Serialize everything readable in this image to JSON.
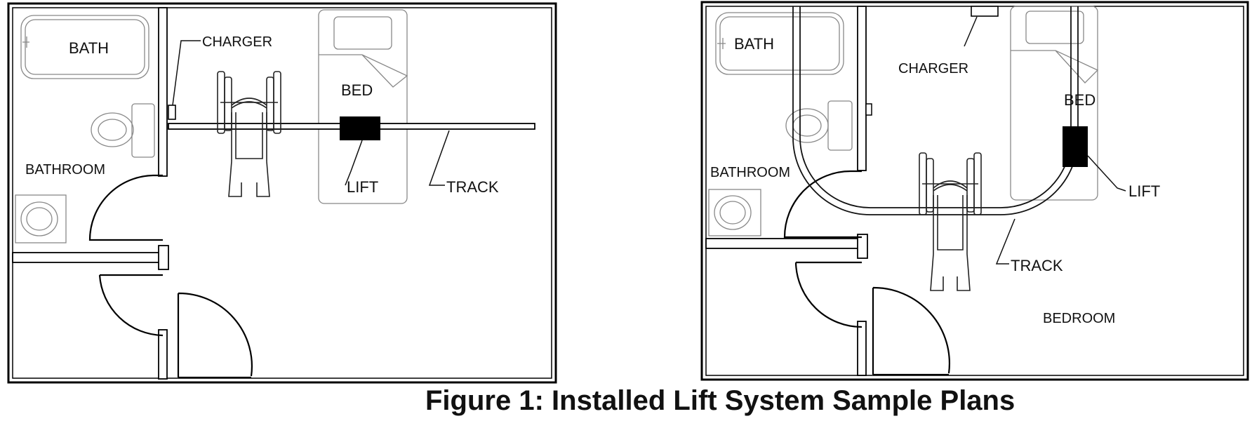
{
  "caption": "Figure 1: Installed Lift System Sample Plans",
  "plan_left": {
    "labels": {
      "bath": "BATH",
      "charger": "CHARGER",
      "bed": "BED",
      "bathroom": "BATHROOM",
      "lift": "LIFT",
      "track": "TRACK"
    }
  },
  "plan_right": {
    "labels": {
      "bath": "BATH",
      "charger": "CHARGER",
      "bed": "BED",
      "bathroom": "BATHROOM",
      "lift": "LIFT",
      "track": "TRACK",
      "bedroom": "BEDROOM"
    }
  },
  "colors": {
    "line": "#000000",
    "lift_fill": "#000000",
    "fixture_stroke": "#888888",
    "background": "#ffffff"
  }
}
